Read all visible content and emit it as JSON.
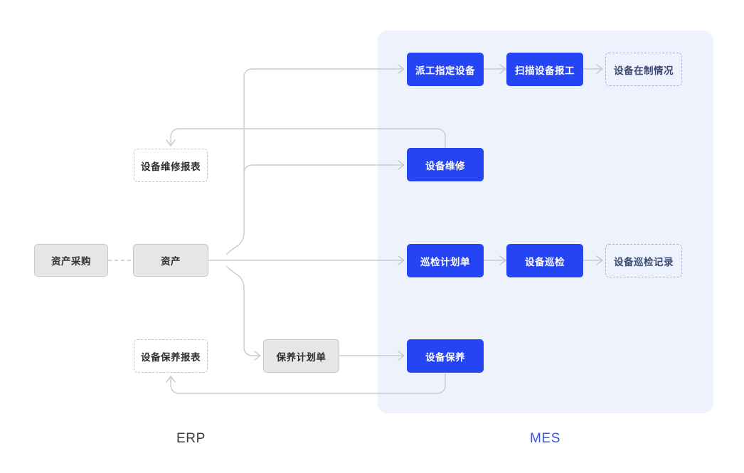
{
  "diagram": {
    "title_erp": "ERP",
    "title_mes": "MES",
    "colors": {
      "blue": "#2545f5",
      "panel": "#eef2fd",
      "gray_fill": "#e6e6e8",
      "gray_border": "#c7c8cb",
      "wire": "#c9cbd0",
      "mes_label": "#3355ef",
      "erp_label": "#3b3d42"
    },
    "nodes": {
      "asset_purchase": "资产采购",
      "asset": "资产",
      "repair_report": "设备维修报表",
      "maintain_report": "设备保养报表",
      "maintain_plan": "保养计划单",
      "dispatch_equipment": "派工指定设备",
      "scan_equipment_report": "扫描设备报工",
      "equipment_wip": "设备在制情况",
      "equipment_repair": "设备维修",
      "inspection_plan": "巡检计划单",
      "equipment_inspection": "设备巡检",
      "inspection_record": "设备巡检记录",
      "equipment_maintain": "设备保养"
    }
  }
}
